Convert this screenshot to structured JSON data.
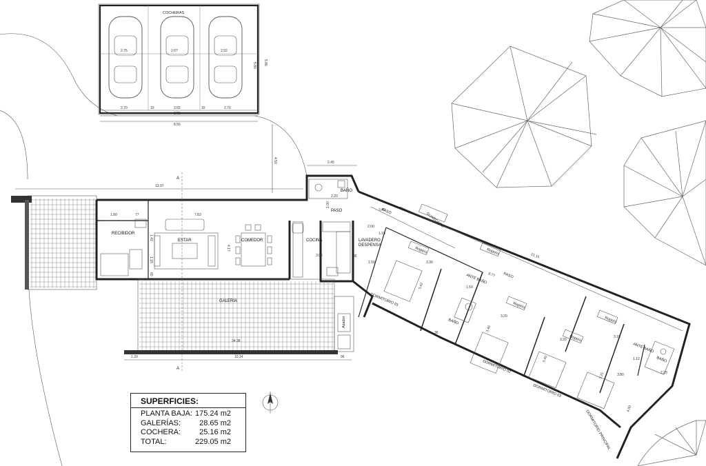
{
  "rooms": {
    "cocheras": "COCHERAS",
    "estar": "ESTAR",
    "comedor": "COMEDOR",
    "cocina": "COCINA",
    "lavadero": "LAVADERO",
    "despensa": "DESPENSA",
    "recibidor": "RECIBIDOR",
    "galeria": "GALERIA",
    "paso1": "PASO",
    "paso2": "PASO",
    "paso3": "PASO",
    "bano": "BAÑO",
    "bano2": "BAÑO",
    "bano3": "BAÑO",
    "antebano1": "ANTE BAÑO",
    "antebano2": "ANTE BAÑO",
    "dorm1": "DORMITORIO 01",
    "dorm2": "DORMITORIO 02",
    "dorm3": "DORMITORIO 03",
    "dormp": "DORMITORIO PRINCIPAL",
    "guardado": "GUARDADO",
    "ropero1": "Ropero",
    "ropero2": "Ropero",
    "ropero3": "Ropero",
    "ropero4": "Ropero",
    "ropero5": "Ropero",
    "asador": "Asador",
    "section_a": "A"
  },
  "dims": {
    "g_275": "2.75",
    "g_267": "2.67",
    "g_292": "2.92",
    "g_270a": "2.70",
    "g_10a": "10",
    "g_265": "2.65",
    "g_10b": "10",
    "g_270b": "2.70",
    "g_825": "8.25",
    "g_856": "8.56",
    "g_580": "5.80",
    "g_586": "5.86",
    "d_450": "4.50",
    "d_245": "2.45",
    "d_1397": "13.97",
    "d_180": "1.80",
    "d_77": "77",
    "d_783": "7.83",
    "d_417": "4.17",
    "d_142": "1.42",
    "d_115": "1.15",
    "d_60": "60",
    "d_200": "2.00",
    "d_306": "3.06",
    "d_118": "1.18",
    "d_150": "1.50",
    "d_220": "2.20",
    "d_340": "3.40",
    "d_100": "1.00",
    "d_35": "35",
    "d_330": "3.30",
    "d_2115": "21.15",
    "d_877": "8.77",
    "d_320a": "3.20",
    "d_320b": "3.20",
    "d_342": "3.42",
    "d_340b": "3.40",
    "d_340c": "3.40",
    "d_315": "3.15",
    "d_112": "1.12",
    "d_380": "3.80",
    "d_325": "3.25",
    "d_400": "4.00",
    "d_229": "2.29",
    "d_129": "1.29",
    "d_1014": "10.14",
    "d_96": "96",
    "d_3438": "34.38",
    "d_36": "36",
    "d_159": "1.59"
  },
  "summary": {
    "title": "SUPERFICIES:",
    "rows": [
      {
        "label": "PLANTA BAJA:",
        "value": "175.24 m2"
      },
      {
        "label": "GALERÍAS:",
        "value": "28.65 m2"
      },
      {
        "label": "COCHERA:",
        "value": "25.16 m2"
      },
      {
        "label": "TOTAL:",
        "value": "229.05 m2"
      }
    ]
  }
}
